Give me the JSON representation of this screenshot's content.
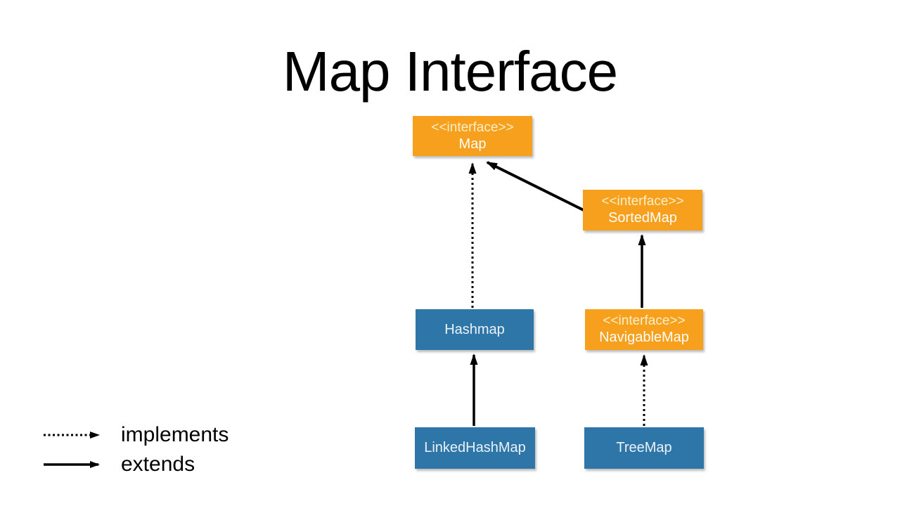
{
  "title": "Map Interface",
  "colors": {
    "background": "#FFFFFF",
    "title_text": "#000000",
    "interface_fill": "#F7A01D",
    "class_fill": "#2E76A8",
    "stereotype_text": "#FBEFC9",
    "box_text": "#FFFFFF",
    "arrow": "#000000"
  },
  "nodes": [
    {
      "id": "map",
      "type": "interface",
      "stereotype": "<<interface>>",
      "label": "Map"
    },
    {
      "id": "sortedmap",
      "type": "interface",
      "stereotype": "<<interface>>",
      "label": "SortedMap"
    },
    {
      "id": "hashmap",
      "type": "class",
      "label": "Hashmap"
    },
    {
      "id": "navigablemap",
      "type": "interface",
      "stereotype": "<<interface>>",
      "label": "NavigableMap"
    },
    {
      "id": "linkedhashmap",
      "type": "class",
      "label": "LinkedHashMap"
    },
    {
      "id": "treemap",
      "type": "class",
      "label": "TreeMap"
    }
  ],
  "edges": [
    {
      "from": "Hashmap",
      "to": "Map",
      "relation": "implements",
      "style": "dotted"
    },
    {
      "from": "SortedMap",
      "to": "Map",
      "relation": "extends",
      "style": "solid"
    },
    {
      "from": "NavigableMap",
      "to": "SortedMap",
      "relation": "extends",
      "style": "solid"
    },
    {
      "from": "LinkedHashMap",
      "to": "Hashmap",
      "relation": "extends",
      "style": "solid"
    },
    {
      "from": "TreeMap",
      "to": "NavigableMap",
      "relation": "implements",
      "style": "dotted"
    }
  ],
  "legend": [
    {
      "style": "dotted",
      "label": "implements"
    },
    {
      "style": "solid",
      "label": "extends"
    }
  ]
}
